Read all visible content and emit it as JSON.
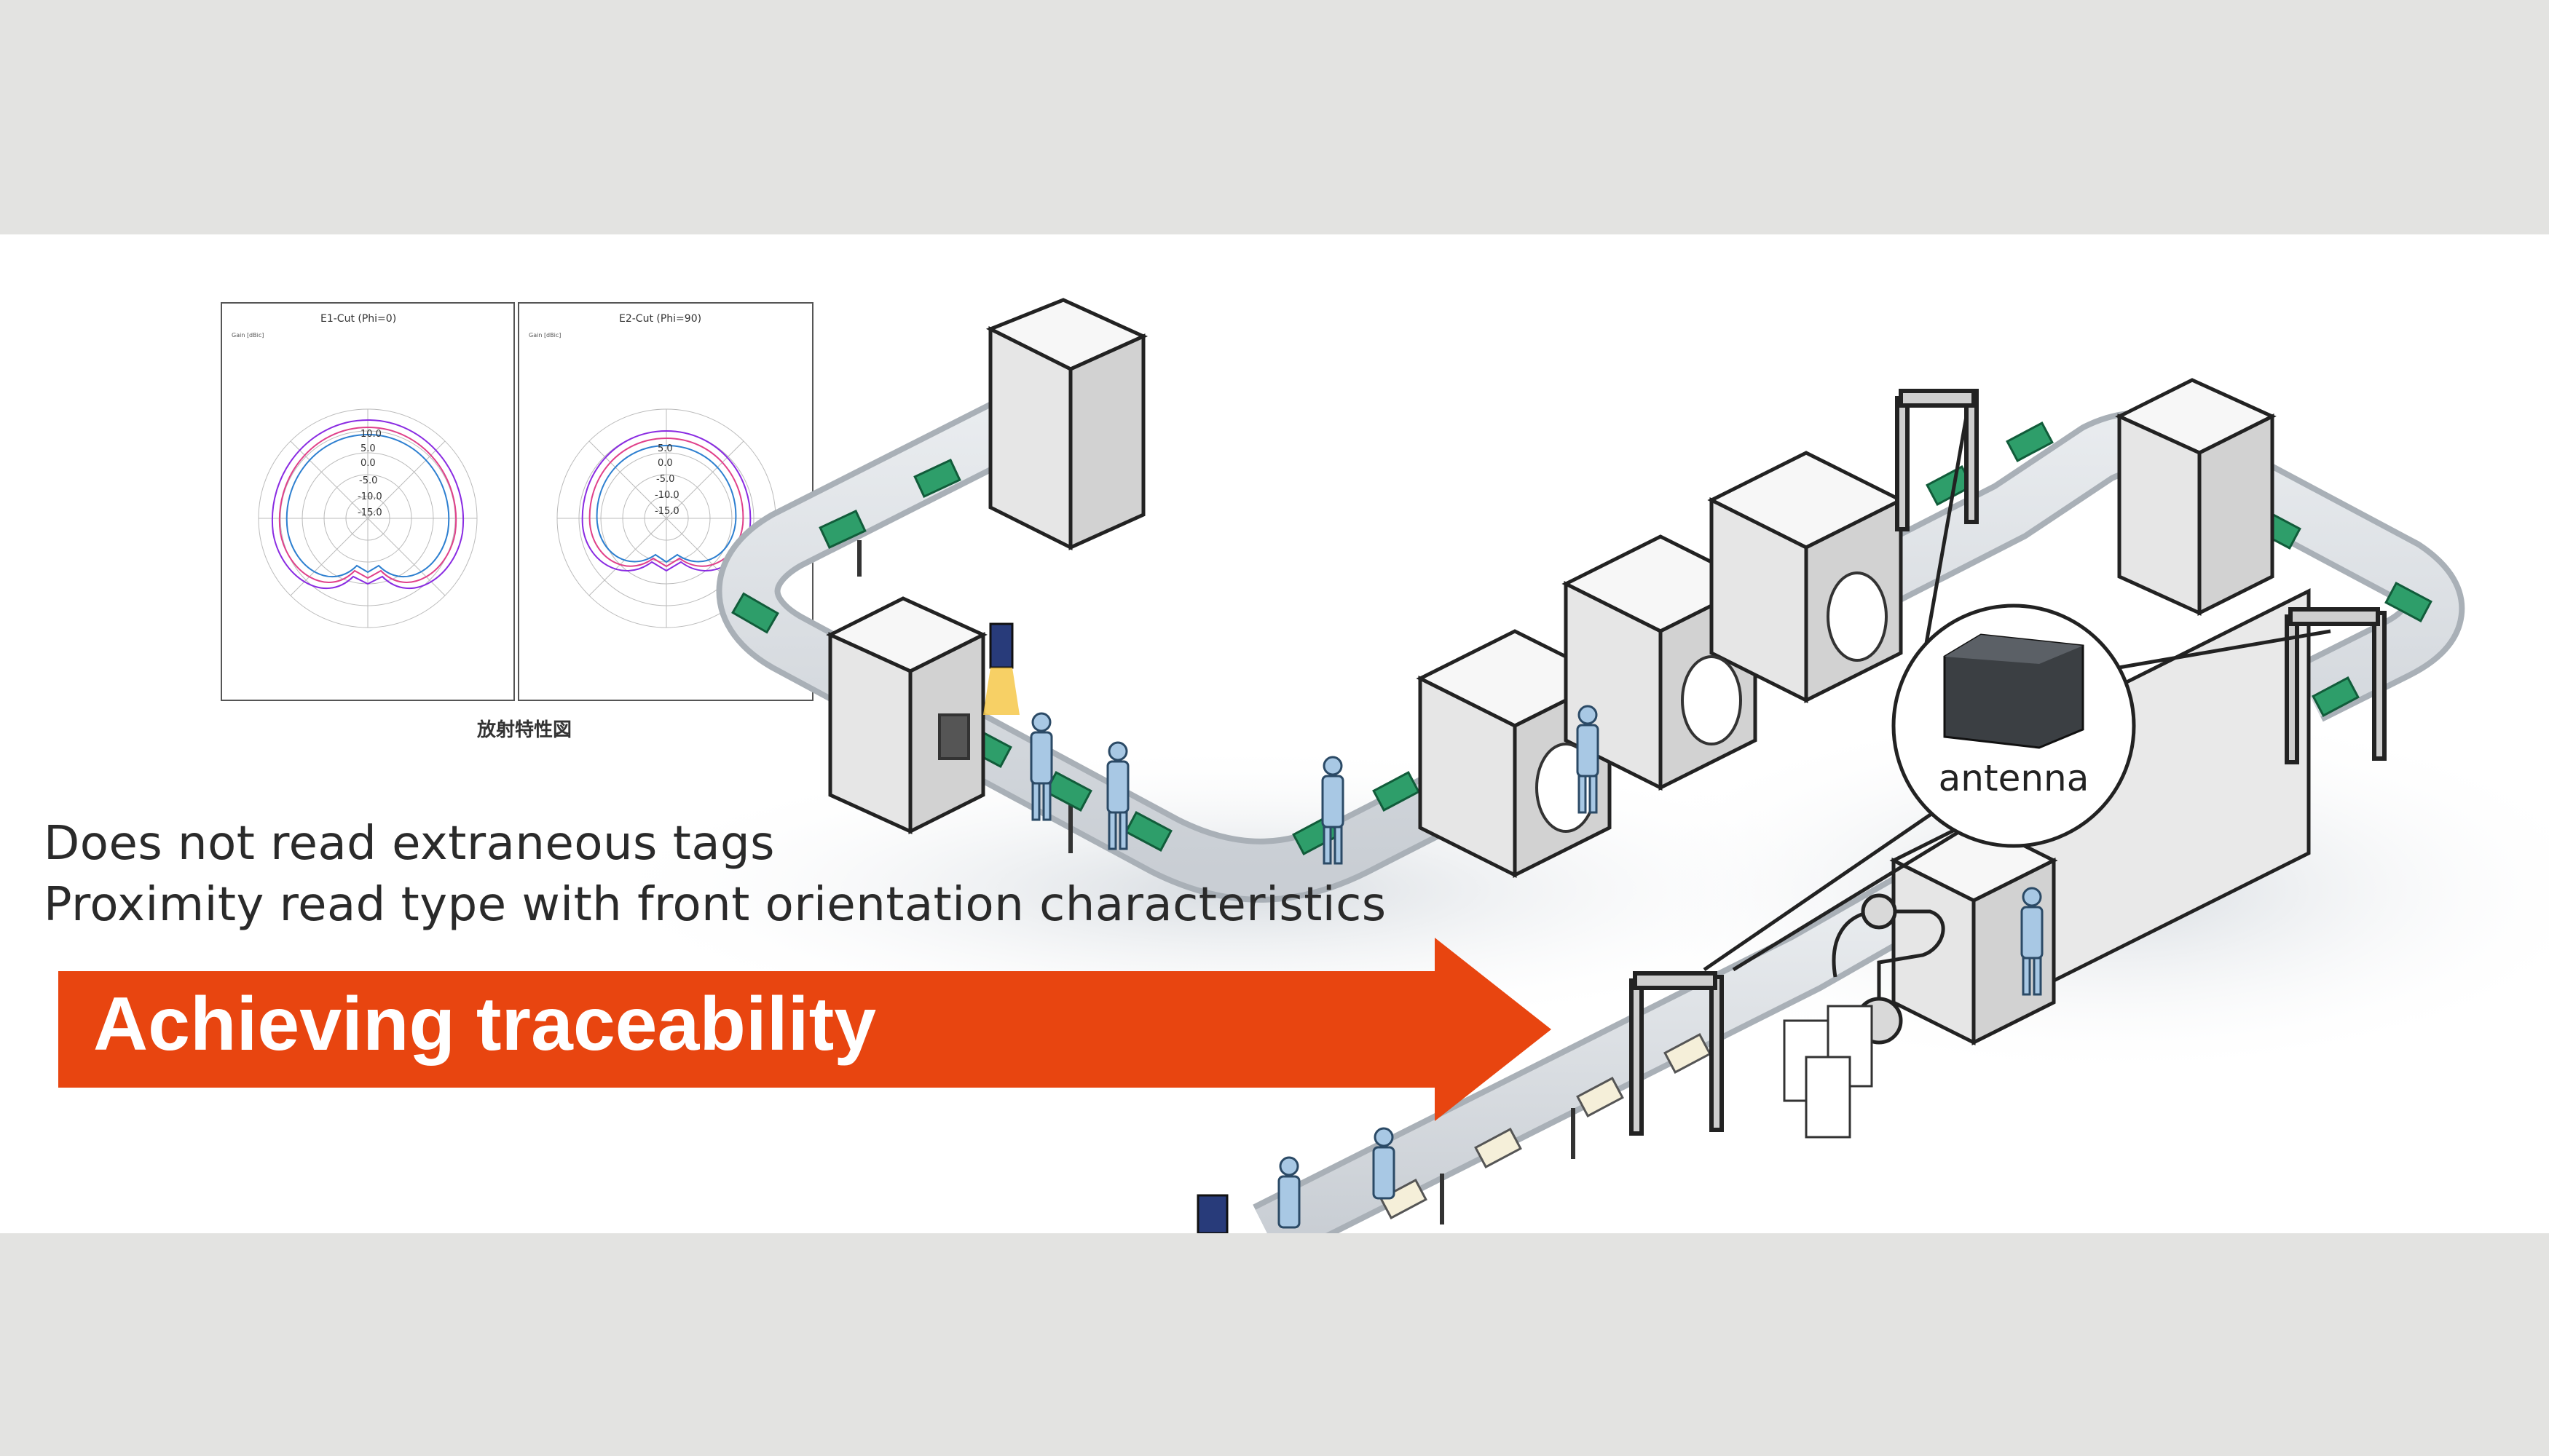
{
  "background": "#e3e3e1",
  "band_color": "#ffffff",
  "accent": "#e84510",
  "plots": [
    {
      "title": "E1-Cut (Phi=0)",
      "gain_label": "Gain [dBic]"
    },
    {
      "title": "E2-Cut (Phi=90)",
      "gain_label": "Gain [dBic]"
    }
  ],
  "plots_caption": "放射特性図",
  "text": {
    "line1": "Does not read extraneous tags",
    "line2": "Proximity read type with front orientation characteristics",
    "arrow": "Achieving traceability",
    "antenna": "antenna"
  },
  "icons": [
    "radiation-pattern-chart",
    "conveyor-belt",
    "inspection-machine",
    "worker",
    "rfid-antenna",
    "rfid-reader-gate",
    "robot-arm",
    "stack-of-trays"
  ]
}
